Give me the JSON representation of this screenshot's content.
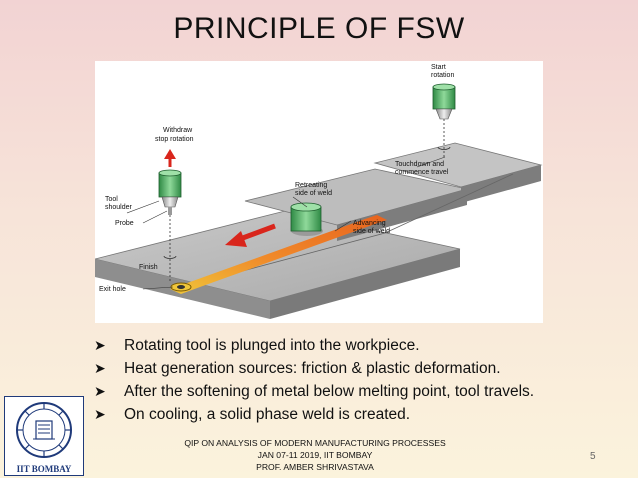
{
  "slide": {
    "title": "PRINCIPLE OF FSW",
    "page_number": "5"
  },
  "figure": {
    "labels": {
      "start": "Start",
      "rotation": "rotation",
      "withdraw": "Withdraw",
      "stop_rotation": "stop rotation",
      "tool": "Tool",
      "shoulder": "shoulder",
      "probe": "Probe",
      "retreating": "Retreating",
      "side_of_weld_r": "side of weld",
      "touchdown": "Touchdown and",
      "commence_travel": "commence travel",
      "advancing": "Advancing",
      "side_of_weld_a": "side of weld",
      "finish": "Finish",
      "exit_hole": "Exit hole"
    }
  },
  "bullets": [
    "Rotating tool is plunged into the workpiece.",
    "Heat generation sources: friction & plastic deformation.",
    "After the softening of metal below melting point, tool travels.",
    "On cooling, a solid phase weld is created."
  ],
  "footer": {
    "line1": "QIP ON ANALYSIS OF MODERN MANUFACTURING PROCESSES",
    "line2": "JAN 07-11 2019, IIT BOMBAY",
    "line3": "PROF. AMBER SHRIVASTAVA"
  },
  "logo": {
    "text": "IIT BOMBAY"
  },
  "colors": {
    "weld_hot": "#e8631e",
    "weld_cool": "#f0c63a",
    "tool_green": "#3aa654",
    "arrow_red": "#d9261c"
  }
}
